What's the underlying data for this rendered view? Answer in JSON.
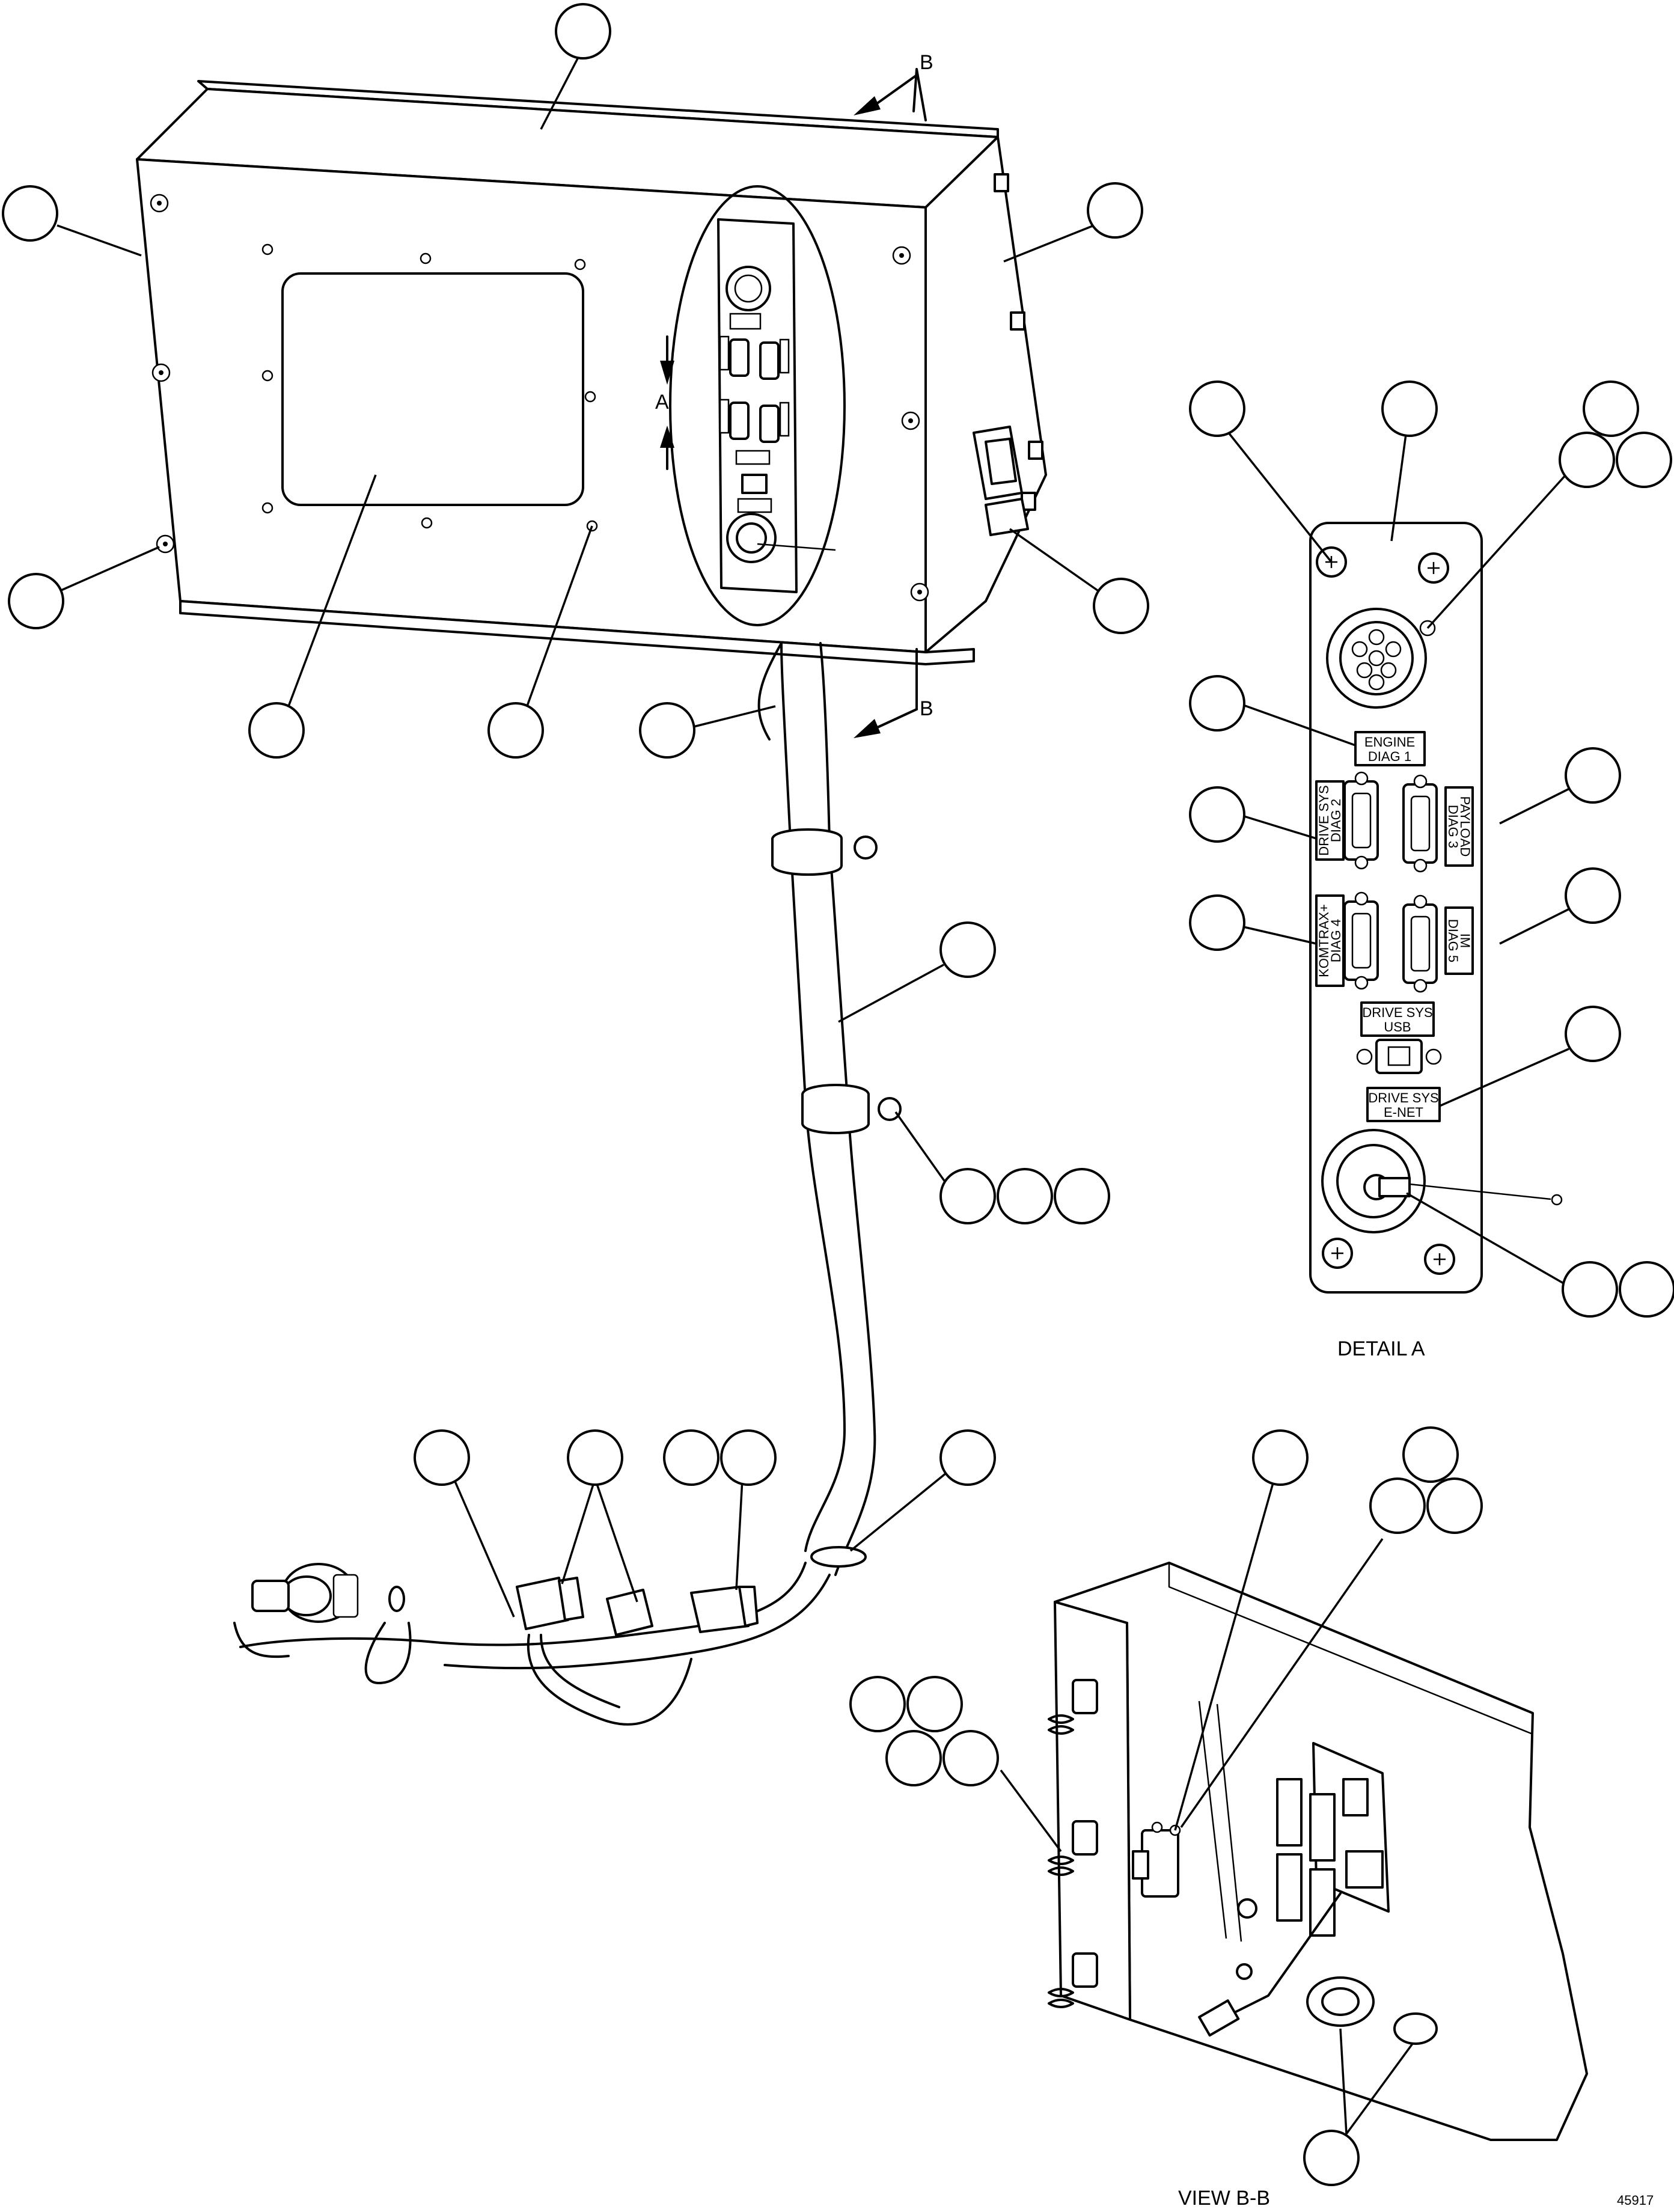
{
  "labels": {
    "section_b_top": "B",
    "section_b_bottom": "B",
    "detail_arrow": "A",
    "detail_title": "DETAIL A",
    "view_title": "VIEW B-B",
    "drawing_number": "45917"
  },
  "detail_a_panel": {
    "engine_diag": [
      "ENGINE",
      "DIAG 1"
    ],
    "drive_sys_diag": [
      "DRIVE SYS",
      "DIAG 2"
    ],
    "payload_diag": [
      "PAYLOAD",
      "DIAG 3"
    ],
    "komtrax_diag": [
      "KOMTRAX+",
      "DIAG 4"
    ],
    "im_diag": [
      "IM",
      "DIAG 5"
    ],
    "drive_sys_usb": [
      "DRIVE SYS",
      "USB"
    ],
    "drive_sys_enet": [
      "DRIVE SYS",
      "E-NET"
    ]
  },
  "colors": {
    "line": "#000000",
    "background": "#ffffff"
  }
}
